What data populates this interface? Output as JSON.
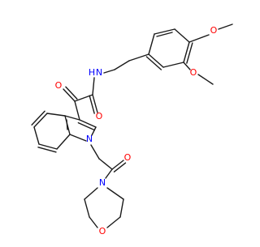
{
  "molecule": {
    "atom_labels": {
      "methoxy_top_o": "O",
      "methoxy_mid_o": "O",
      "amide_n": "N",
      "amide_h": "H",
      "ketone_o": "O",
      "amide_o": "O",
      "indole_n": "N",
      "acetyl_o": "O",
      "morpholine_n": "N",
      "morpholine_o": "O"
    },
    "colors": {
      "bond": "#1a1a1a",
      "oxygen": "#ff0000",
      "nitrogen": "#0000ff"
    }
  }
}
